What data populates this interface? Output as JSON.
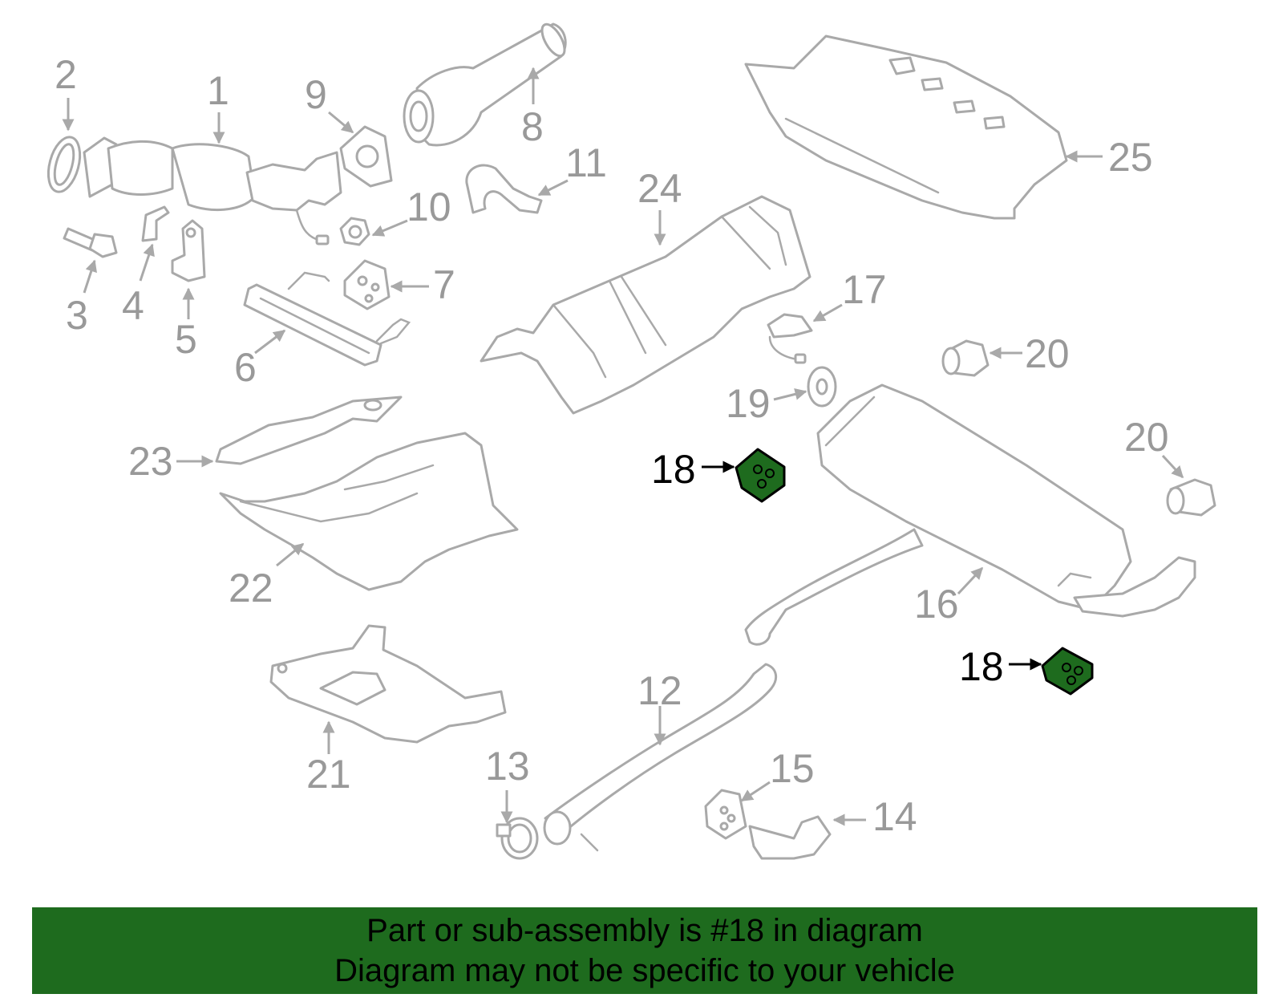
{
  "diagram": {
    "callouts": {
      "c1": "1",
      "c2": "2",
      "c3": "3",
      "c4": "4",
      "c5": "5",
      "c6": "6",
      "c7": "7",
      "c8": "8",
      "c9": "9",
      "c10": "10",
      "c11": "11",
      "c12": "12",
      "c13": "13",
      "c14": "14",
      "c15": "15",
      "c16": "16",
      "c17": "17",
      "c18a": "18",
      "c18b": "18",
      "c19": "19",
      "c20a": "20",
      "c20b": "20",
      "c21": "21",
      "c22": "22",
      "c23": "23",
      "c24": "24",
      "c25": "25"
    },
    "highlight_color": "#1e6b1e",
    "part_line_color": "#a9a9a9"
  },
  "banner": {
    "line1": "Part or sub-assembly is #18 in diagram",
    "line2": "Diagram may not be specific to your vehicle",
    "background": "#1e6b1e"
  }
}
